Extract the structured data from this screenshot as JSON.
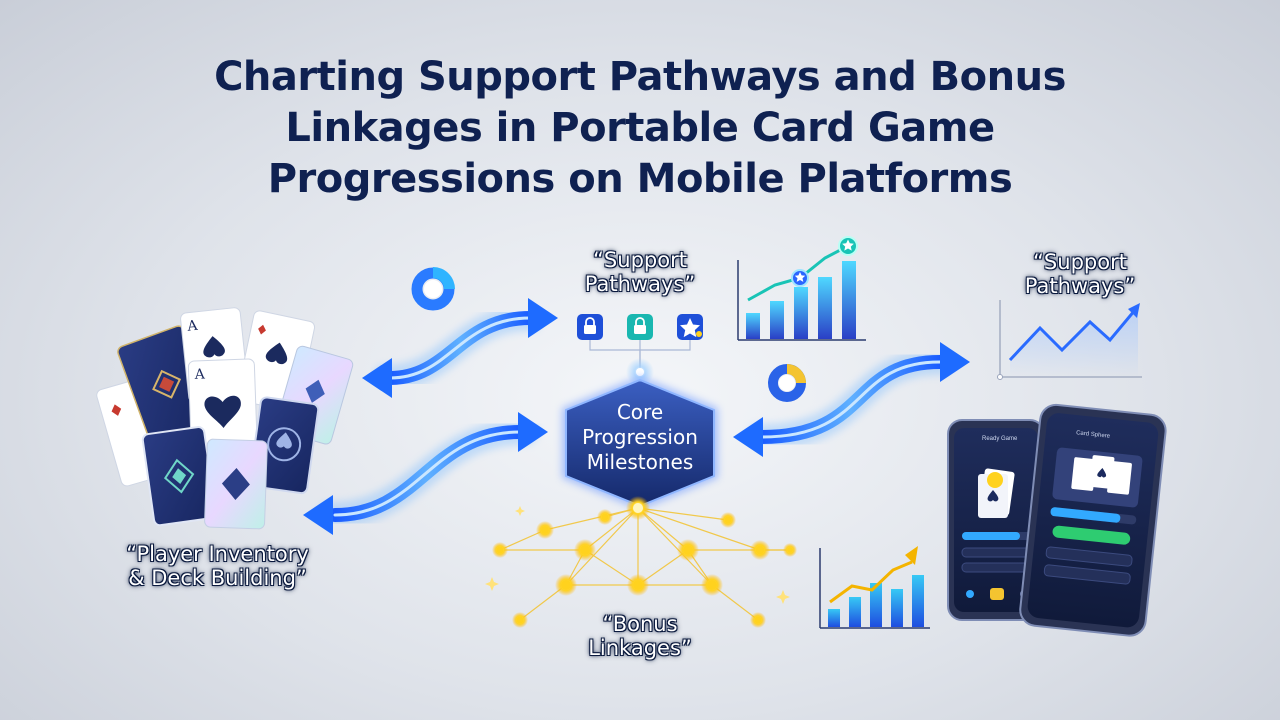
{
  "title": {
    "line1": "Charting Support Pathways and Bonus",
    "line2": "Linkages in Portable Card Game",
    "line3": "Progressions on Mobile Platforms"
  },
  "labels": {
    "support_top": {
      "line1": "“Support",
      "line2": "Pathways”"
    },
    "support_right": {
      "line1": "“Support",
      "line2": "Pathways”"
    },
    "inventory": {
      "line1": "“Player Inventory",
      "line2": "& Deck Building”"
    },
    "bonus": {
      "line1": "“Bonus",
      "line2": "Linkages”"
    }
  },
  "core": {
    "line1": "Core",
    "line2": "Progression",
    "line3": "Milestones"
  },
  "phone_left": {
    "header": "Ready Game"
  },
  "phone_right": {
    "header": "Card Sphere"
  },
  "icons": [
    "lock-icon",
    "lock-icon",
    "star-badge-icon",
    "pie-chart-icon",
    "bar-chart-icon",
    "line-chart-icon"
  ],
  "colors": {
    "title": "#0f2151",
    "arrow": "#1e6bff",
    "core_hex": "#1f3c8f",
    "bonus_node": "#ffd21e",
    "bar_top": "#4fd8ff",
    "bar_bottom": "#2a3fc6"
  }
}
